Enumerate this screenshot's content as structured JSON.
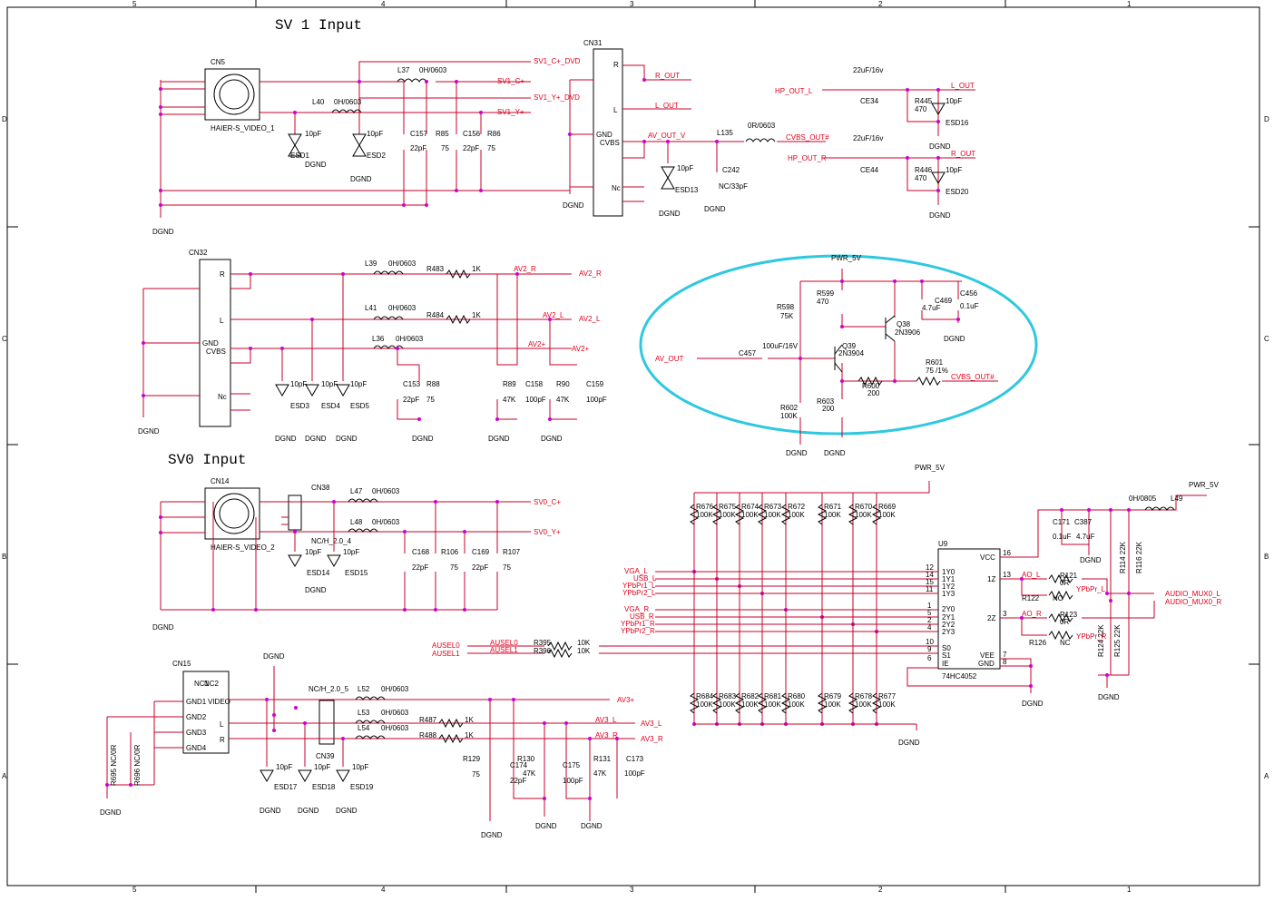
{
  "titles": {
    "sv1": "SV 1 Input",
    "sv0": "SV0 Input"
  },
  "border": {
    "top": [
      "5",
      "4",
      "3",
      "2",
      "1"
    ],
    "bottom": [
      "5",
      "4",
      "3",
      "2",
      "1"
    ],
    "left": [
      "D",
      "C",
      "B",
      "A"
    ],
    "right": [
      "D",
      "C",
      "B",
      "A"
    ]
  },
  "components": {
    "cn5": "CN5",
    "cn5_name": "HAIER-S_VIDEO_1",
    "cn31": "CN31",
    "cn32": "CN32",
    "cn14": "CN14",
    "cn14_name": "HAIER-S_VIDEO_2",
    "cn15": "CN15",
    "cn38": "CN38",
    "cn38_name": "NC/H_2.0_4",
    "cn39": "CN39",
    "cn39_name": "NC/H_2.0_5",
    "u9": "U9",
    "u9_name": "74HC4052",
    "l37": "L37",
    "l37v": "0H/0603",
    "l40": "L40",
    "l40v": "0H/0603",
    "l39": "L39",
    "l39v": "0H/0603",
    "l41": "L41",
    "l41v": "0H/0603",
    "l36": "L36",
    "l36v": "0H/0603",
    "l47": "L47",
    "l47v": "0H/0603",
    "l48": "L48",
    "l48v": "0H/0603",
    "l52": "L52",
    "l52v": "0H/0603",
    "l53": "L53",
    "l53v": "0H/0603",
    "l54": "L54",
    "l54v": "0H/0603",
    "l135": "L135",
    "l135v": "0R/0603",
    "l49": "L49",
    "l49v": "0H/0805",
    "ce34": "CE34",
    "ce34v": "22uF/16v",
    "ce44": "CE44",
    "ce44v": "22uF/16v",
    "r445": "R445",
    "r445v": "470",
    "r446": "R446",
    "r446v": "470",
    "esd16": "ESD16",
    "esd20": "ESD20",
    "esd13": "ESD13",
    "c242": "C242",
    "c242v": "NC/33pF",
    "esd1": "ESD1",
    "esd2": "ESD2",
    "c157": "C157",
    "r85": "R85",
    "r85v": "75",
    "c156": "C156",
    "r86": "R86",
    "r86v": "75",
    "esd3": "ESD3",
    "esd4": "ESD4",
    "esd5": "ESD5",
    "c153": "C153",
    "r88": "R88",
    "r88v": "75",
    "r89": "R89",
    "r89v": "47K",
    "c158": "C158",
    "c158v": "100pF",
    "r90": "R90",
    "r90v": "47K",
    "c159": "C159",
    "c159v": "100pF",
    "r483": "R483",
    "r483v": "1K",
    "r484": "R484",
    "r484v": "1K",
    "esd14": "ESD14",
    "esd15": "ESD15",
    "c168": "C168",
    "r106": "R106",
    "r106v": "75",
    "c169": "C169",
    "r107": "R107",
    "r107v": "75",
    "esd17": "ESD17",
    "esd18": "ESD18",
    "esd19": "ESD19",
    "r487": "R487",
    "r487v": "1K",
    "r488": "R488",
    "r488v": "1K",
    "r129": "R129",
    "r129v": "75",
    "c174": "C174",
    "r130": "R130",
    "r130v": "47K",
    "c175": "C175",
    "c175v": "100pF",
    "r131": "R131",
    "r131v": "47K",
    "c173": "C173",
    "c173v": "100pF",
    "r695": "R695 NC/0R",
    "r696": "R696 NC/0R",
    "r598": "R598",
    "r598v": "75K",
    "r599": "R599",
    "r599v": "470",
    "c469": "C469",
    "c469v": "4.7uF",
    "c456": "C456",
    "c456v": "0.1uF",
    "q38": "Q38",
    "q38v": "2N3906",
    "q39": "Q39",
    "q39v": "2N3904",
    "c457": "C457",
    "c457v": "100uF/16V",
    "r601": "R601",
    "r601v": "75 /1%",
    "r600": "R600",
    "r600v": "200",
    "r602": "R602",
    "r602v": "100K",
    "r603": "R603",
    "r603v": "200",
    "r395": "R395",
    "r395v": "10K",
    "r396": "R396",
    "r396v": "10K",
    "r121": "R121",
    "r121v": "0R",
    "r122": "R122",
    "r122v": "NC",
    "r123": "R123",
    "r123v": "0R",
    "r126": "R126",
    "r126v": "NC",
    "c171": "C171",
    "c171v": "0.1uF",
    "c387": "C387",
    "c387v": "4.7uF",
    "r114": "R114 22K",
    "r116": "R116 22K",
    "r124": "R124 22K",
    "r125": "R125 22K",
    "pf10": "10pF",
    "pf22": "22pF",
    "pf100": "100pF"
  },
  "nets": {
    "sv1_c_dvd": "SV1_C+_DVD",
    "sv1_c": "SV1_C+",
    "sv1_y_dvd": "SV1_Y+_DVD",
    "sv1_y": "SV1_Y+",
    "r_out": "R_OUT",
    "l_out": "L_OUT",
    "av_out_v": "AV_OUT_V",
    "cvbs_out": "CVBS_OUT#",
    "hp_out_l": "HP_OUT_L",
    "hp_out_r": "HP_OUT_R",
    "l_out2": "L_OUT",
    "r_out2": "R_OUT",
    "av2_r": "AV2_R",
    "av2_l": "AV2_L",
    "av2p": "AV2+",
    "sv0_c": "SV0_C+",
    "sv0_y": "SV0_Y+",
    "av3p": "AV3+",
    "av3_l": "AV3_L",
    "av3_r": "AV3_R",
    "pwr_5v": "PWR_5V",
    "av_out": "AV_OUT",
    "vga_l": "VGA_L",
    "usb_l": "USB_L",
    "ypbpr1_l": "YPbPr1_L",
    "ypbpr2_l": "YPbPr2_L",
    "vga_r": "VGA_R",
    "usb_r": "USB_R",
    "ypbpr1_r": "YPbPr1_R",
    "ypbpr2_r": "YPbPr2_R",
    "ausel0": "AUSEL0",
    "ausel1": "AUSEL1",
    "ao_l": "AO_L",
    "ao_r": "AO_R",
    "ypbpr_l": "YPbPr_L",
    "ypbpr_r": "YPbPr_R",
    "audio_mux0_l": "AUDIO_MUX0_L",
    "audio_mux0_r": "AUDIO_MUX0_R",
    "dgnd": "DGND"
  },
  "pins": {
    "r": "R",
    "l": "L",
    "gnd": "GND",
    "cvbs": "CVBS",
    "nc": "Nc",
    "video": "VIDEO",
    "gnd1": "GND1",
    "gnd2": "GND2",
    "gnd3": "GND3",
    "gnd4": "GND4",
    "nc1": "NC1",
    "nc2": "NC2",
    "vcc": "VCC",
    "vee": "VEE",
    "s0": "S0",
    "s1": "S1",
    "ie": "IE",
    "x": "1Z",
    "y": "2Z",
    "y0": "1Y0",
    "y1": "1Y1",
    "y2": "1Y2",
    "y3": "1Y3",
    "z0": "2Y0",
    "z1": "2Y1",
    "z2": "2Y2",
    "z3": "2Y3"
  },
  "mux_res_top": [
    "R676",
    "R675",
    "R674",
    "R673",
    "R672",
    "R671",
    "R670",
    "R669"
  ],
  "mux_res_bot": [
    "R684",
    "R683",
    "R682",
    "R681",
    "R680",
    "R679",
    "R678",
    "R677"
  ],
  "mux_res_val": "100K",
  "colors": {
    "wire": "#c8002a",
    "net_label": "#e0001b",
    "junction": "#d100d1",
    "highlight": "#2ec8e0"
  }
}
